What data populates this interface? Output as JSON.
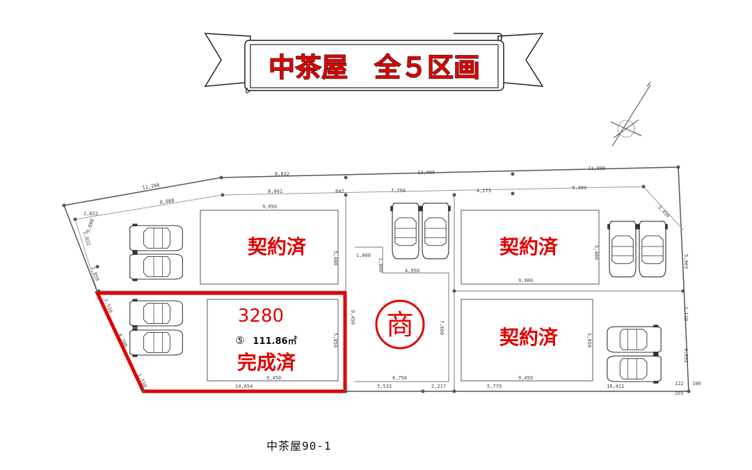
{
  "banner": {
    "title": "中茶屋　全５区画"
  },
  "lots": [
    {
      "status": "契約済"
    },
    {
      "status": "契約済"
    },
    {
      "status": "契約済"
    },
    {
      "price": "3280",
      "number": "⑤",
      "area": "111.86㎡",
      "status": "完成済"
    }
  ],
  "shop_mark": "商",
  "address": "中茶屋90-1",
  "dims": {
    "d1": "11,266",
    "d2": "8,832",
    "d3": "12,085",
    "d4": "11,999",
    "d5": "2,822",
    "d6": "8,080",
    "d7": "8,001",
    "d8": "842",
    "d9": "7,750",
    "d10": "4,175",
    "d11": "9,409",
    "d12": "3,450",
    "d13": "9,950",
    "d14": "5,400",
    "d15": "1,800",
    "d16": "1,800",
    "d17": "4,950",
    "d18": "5,400",
    "d19": "9,900",
    "d20": "3,600",
    "d21": "2,822",
    "d22": "2,859",
    "d23": "9,450",
    "d24": "7,660",
    "d25": "5,850",
    "d26": "5,850",
    "d27": "9,450",
    "d28": "6,750",
    "d29": "9,450",
    "d30": "14,654",
    "d31": "5,533",
    "d32": "2,217",
    "d33": "5,779",
    "d34": "10,411",
    "d35": "122",
    "d36": "100",
    "d37": "355",
    "d38": "5,069",
    "d39": "2,120",
    "d40": "4,632",
    "d41": "1,520",
    "d42": "4,200",
    "d43": "1,550"
  }
}
